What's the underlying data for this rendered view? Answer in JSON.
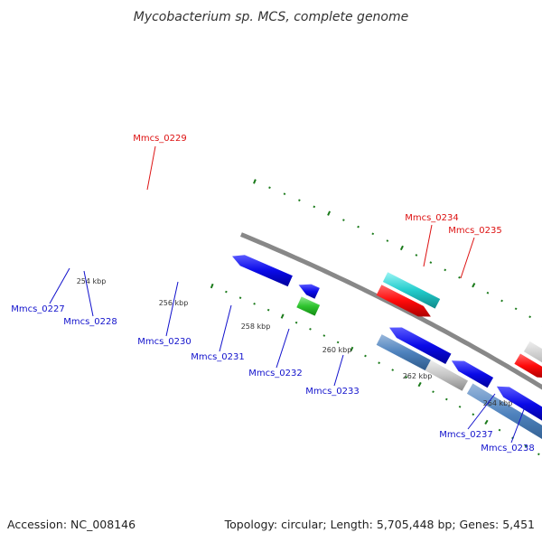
{
  "title": "Mycobacterium sp. MCS, complete genome",
  "footer": {
    "accession": "Accession: NC_008146",
    "summary": "Topology: circular; Length: 5,705,448 bp; Genes: 5,451"
  },
  "colors": {
    "backbone": "#888888",
    "tick_mark": "#1a7a1a",
    "label_forward": "#dd1111",
    "label_reverse": "#1111cc"
  },
  "ticks": [
    {
      "label": "254 kbp"
    },
    {
      "label": "256 kbp"
    },
    {
      "label": "258 kbp"
    },
    {
      "label": "260 kbp"
    },
    {
      "label": "262 kbp"
    },
    {
      "label": "264 kbp"
    }
  ],
  "gene_labels": [
    {
      "name": "Mmcs_0229",
      "strand": "forward"
    },
    {
      "name": "Mmcs_0234",
      "strand": "forward"
    },
    {
      "name": "Mmcs_0235",
      "strand": "forward"
    },
    {
      "name": "Mmcs_0227",
      "strand": "reverse"
    },
    {
      "name": "Mmcs_0228",
      "strand": "reverse"
    },
    {
      "name": "Mmcs_0230",
      "strand": "reverse"
    },
    {
      "name": "Mmcs_0231",
      "strand": "reverse"
    },
    {
      "name": "Mmcs_0232",
      "strand": "reverse"
    },
    {
      "name": "Mmcs_0233",
      "strand": "reverse"
    },
    {
      "name": "Mmcs_0237",
      "strand": "reverse"
    },
    {
      "name": "Mmcs_0238",
      "strand": "reverse"
    }
  ]
}
